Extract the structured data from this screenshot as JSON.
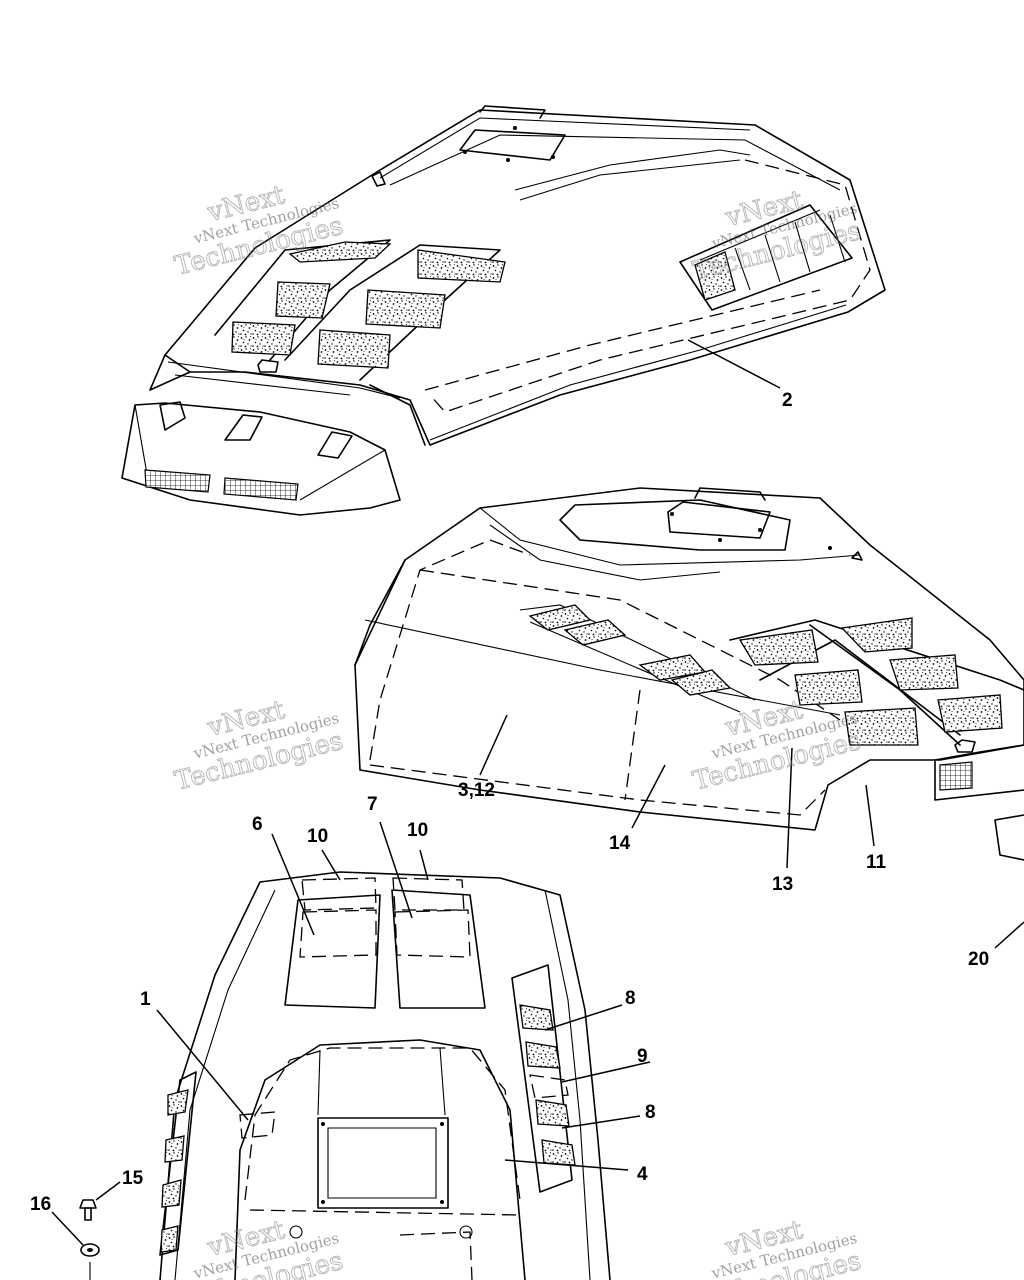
{
  "diagram": {
    "callouts": [
      {
        "id": "c2",
        "text": "2"
      },
      {
        "id": "c3-12",
        "text": "3,12"
      },
      {
        "id": "c14",
        "text": "14"
      },
      {
        "id": "c13",
        "text": "13"
      },
      {
        "id": "c11",
        "text": "11"
      },
      {
        "id": "c20",
        "text": "20"
      },
      {
        "id": "c6",
        "text": "6"
      },
      {
        "id": "c7",
        "text": "7"
      },
      {
        "id": "c10a",
        "text": "10"
      },
      {
        "id": "c10b",
        "text": "10"
      },
      {
        "id": "c1",
        "text": "1"
      },
      {
        "id": "c8a",
        "text": "8"
      },
      {
        "id": "c9",
        "text": "9"
      },
      {
        "id": "c8b",
        "text": "8"
      },
      {
        "id": "c4",
        "text": "4"
      },
      {
        "id": "c15",
        "text": "15"
      },
      {
        "id": "c16",
        "text": "16"
      }
    ]
  },
  "watermarks": [
    {
      "line1": "vNext",
      "line2": "vNext Technologies",
      "line3": "Technologies"
    },
    {
      "line1": "vNext",
      "line2": "vNext Technologies",
      "line3": "Technologies"
    },
    {
      "line1": "vNext",
      "line2": "vNext Technologies",
      "line3": "Technologies"
    },
    {
      "line1": "vNext",
      "line2": "vNext Technologies",
      "line3": "Technologies"
    },
    {
      "line1": "vNext",
      "line2": "vNext Technologies",
      "line3": "Technologies"
    },
    {
      "line1": "vNext",
      "line2": "vNext Technologies",
      "line3": "Technologies"
    }
  ]
}
